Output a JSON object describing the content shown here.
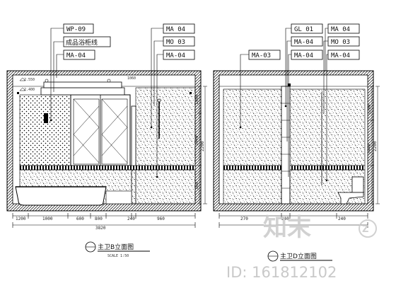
{
  "left_view": {
    "tags": [
      "WP-09",
      "成品浴柜线",
      "MA-04",
      "MA 04",
      "MO 03",
      "MA-04"
    ],
    "ceiling_marks": [
      "2.550",
      "2.400"
    ],
    "top_dims": [
      "1060"
    ],
    "right_dims": [
      "1900",
      "1440",
      "2200",
      "360"
    ],
    "bottom_dims": [
      "1200",
      "1000",
      "600",
      "800",
      "240",
      "960"
    ],
    "total_width": "3820",
    "title": "主卫B立面图",
    "scale": "SCALE 1:50"
  },
  "right_view": {
    "tags": [
      "GL 01",
      "MA 04",
      "MA-04",
      "MO 03",
      "MA-03",
      "MA-04",
      "MA-04"
    ],
    "right_dims": [
      "1200",
      "2200",
      "1440"
    ],
    "bottom_dims": [
      "270",
      "240",
      "240"
    ],
    "title": "主卫D立面图"
  },
  "watermark": {
    "logo": "知末",
    "id_text": "ID: 161812102"
  }
}
